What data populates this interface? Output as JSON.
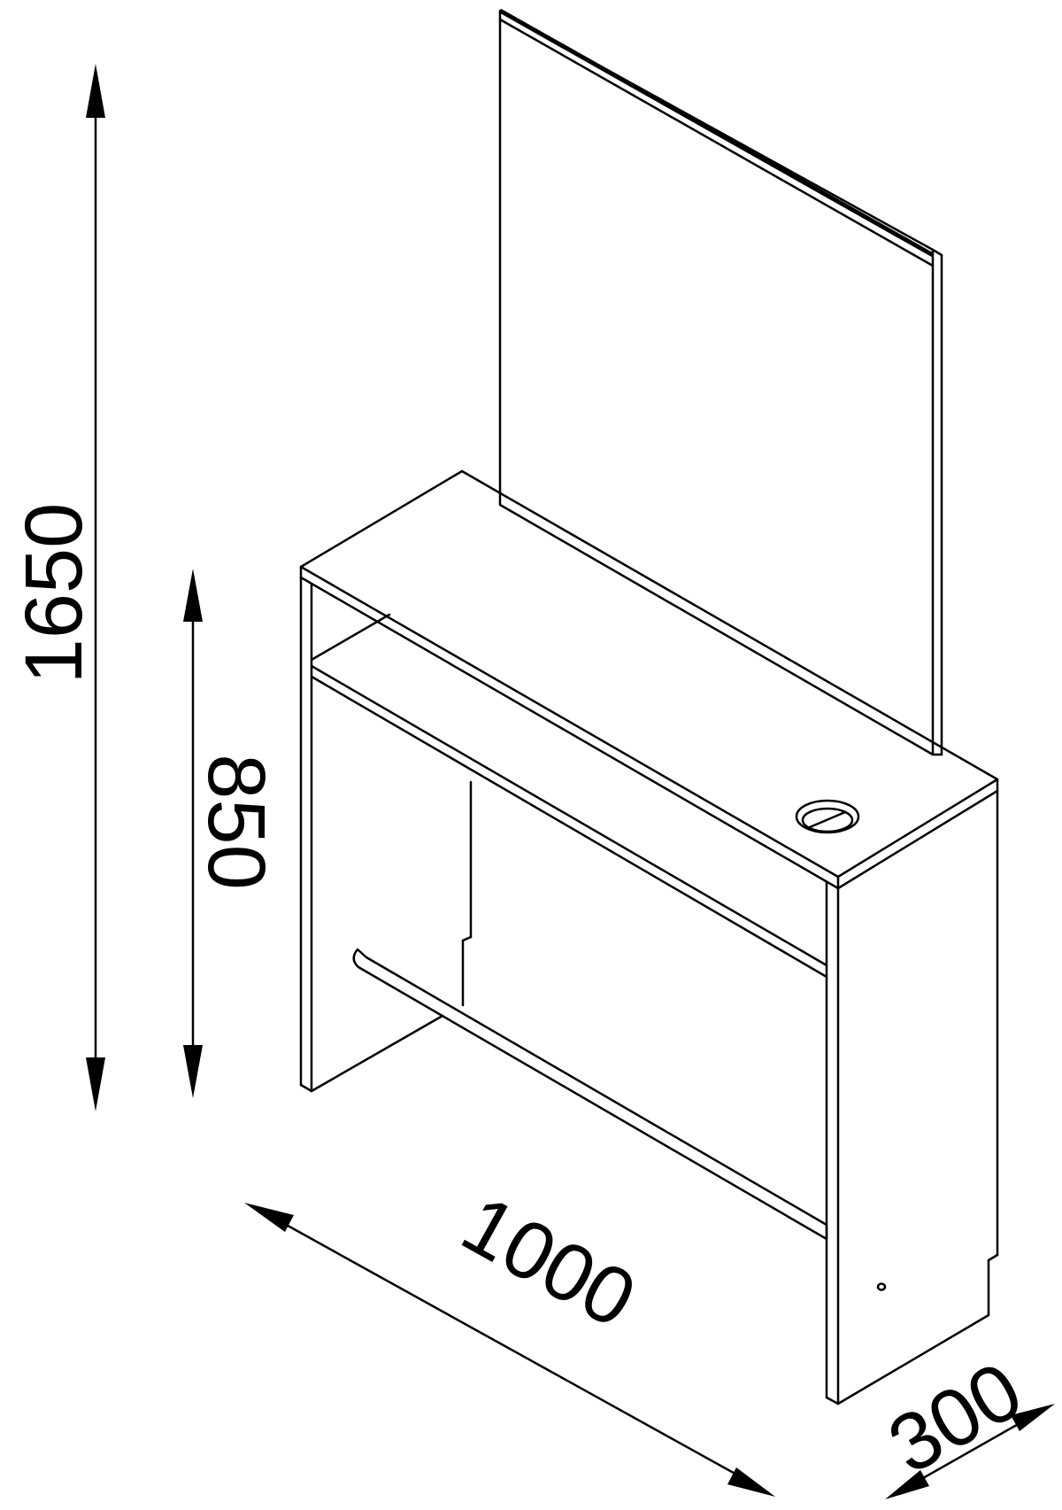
{
  "dimensions": {
    "total_height": "1650",
    "desk_height": "850",
    "width": "1000",
    "depth": "300"
  },
  "colors": {
    "line": "#000000",
    "background": "#ffffff"
  }
}
